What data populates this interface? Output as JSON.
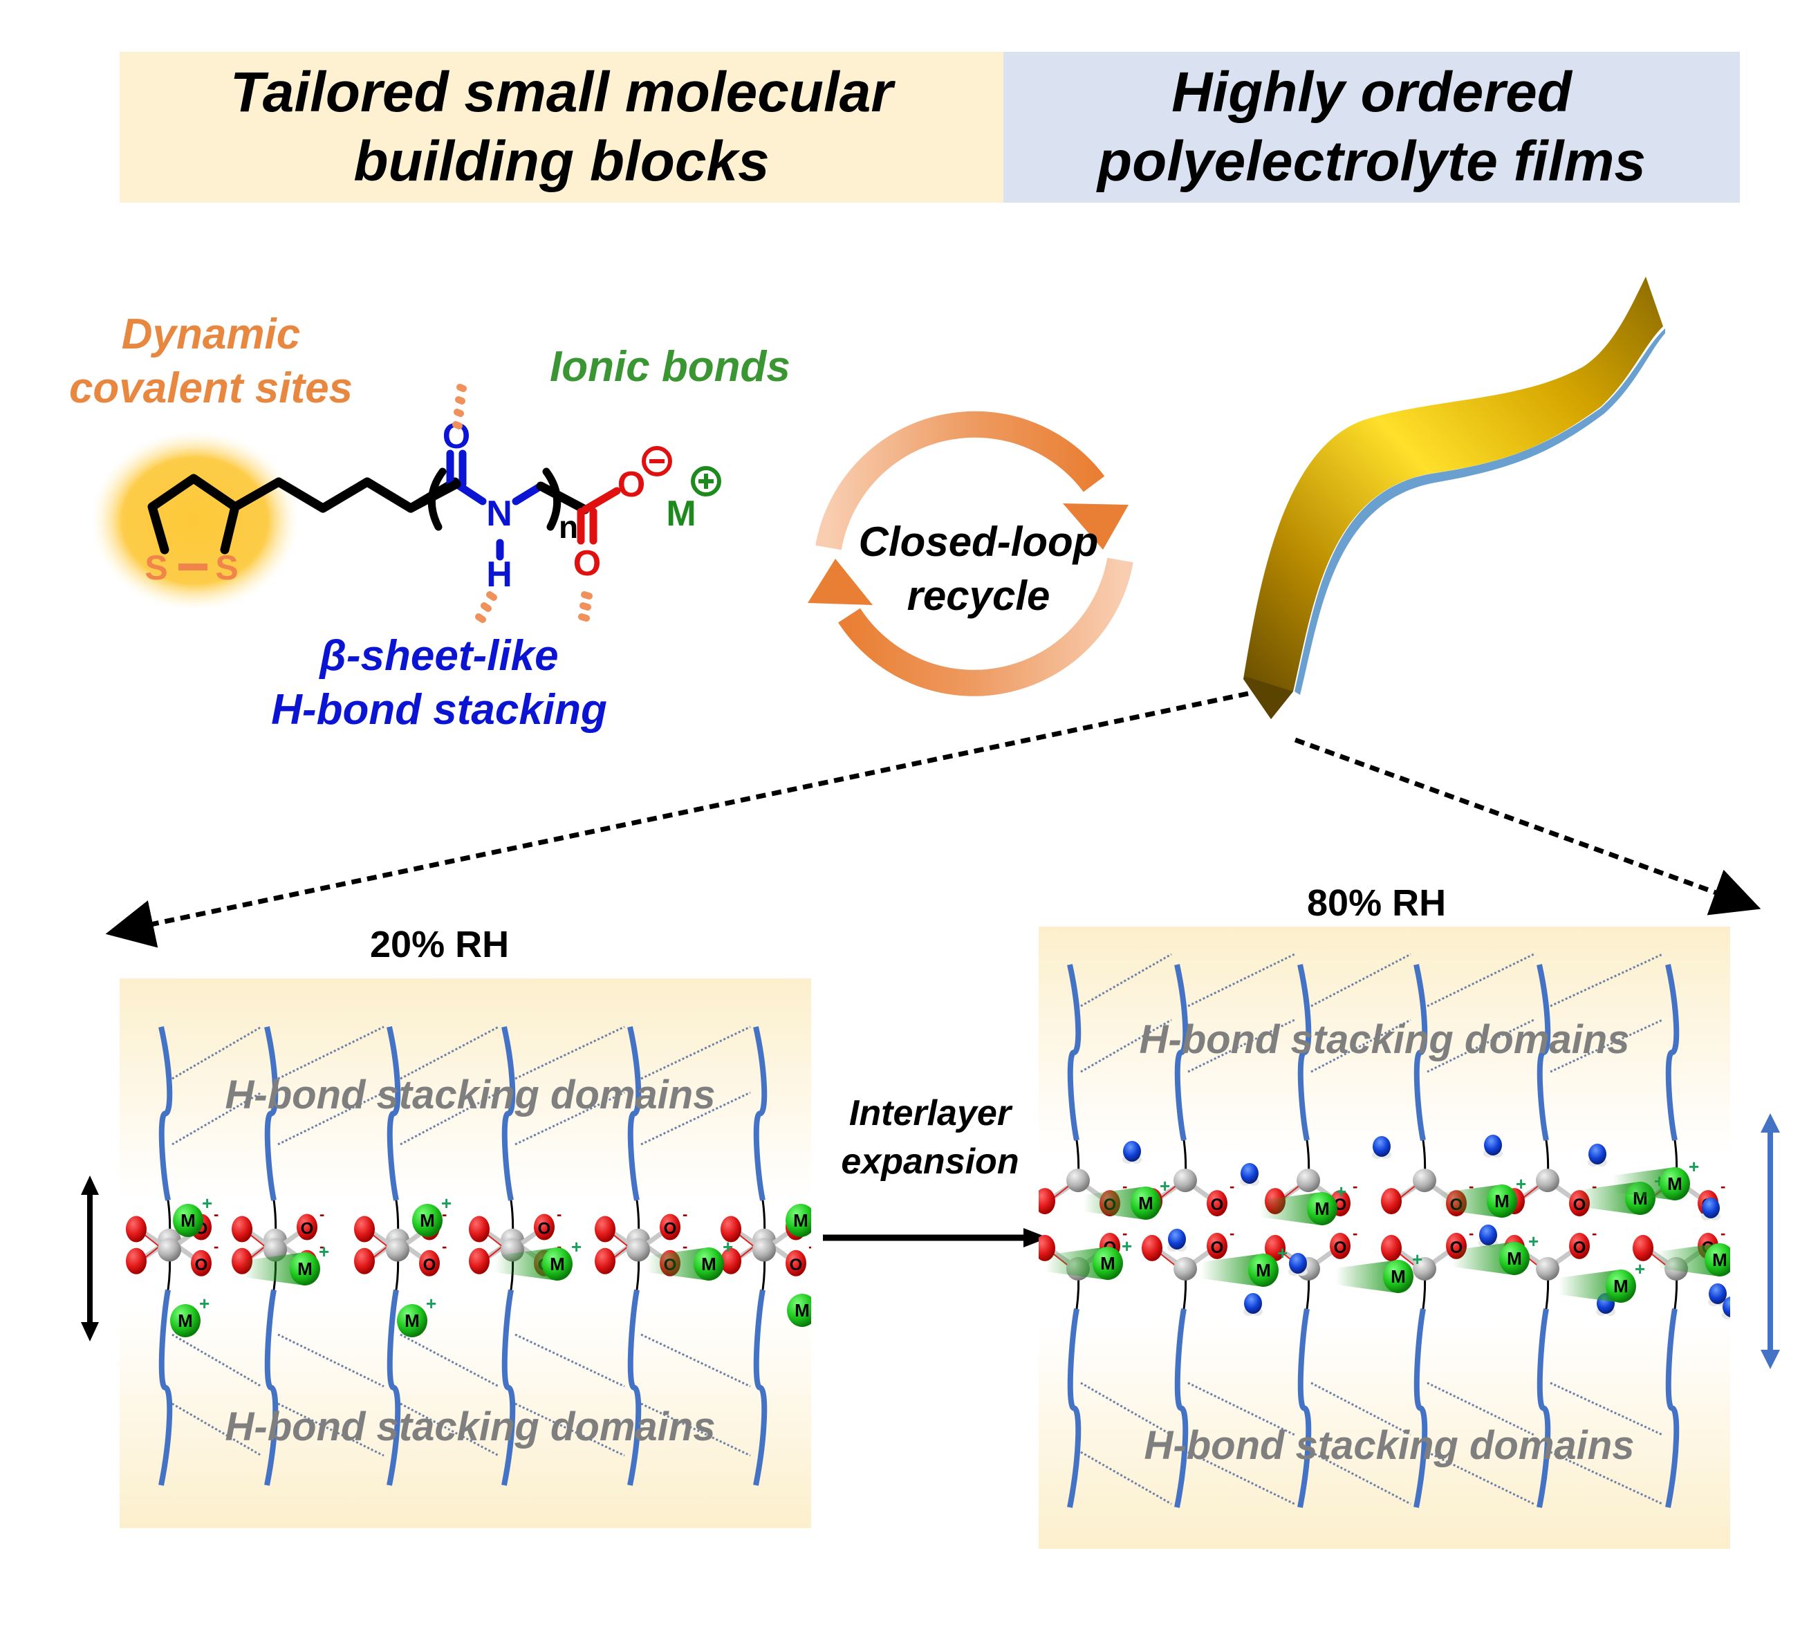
{
  "header": {
    "left_line1": "Tailored small molecular",
    "left_line2": "building blocks",
    "right_line1": "Highly ordered",
    "right_line2": "polyelectrolyte films",
    "left_color": "#fdf1d2",
    "right_color": "#dae2f2"
  },
  "molecule": {
    "dynamic_line1": "Dynamic",
    "dynamic_line2": "covalent sites",
    "ionic_label": "Ionic bonds",
    "hbond_line1": "β-sheet-like",
    "hbond_line2": "H-bond stacking",
    "atom_S": "S",
    "atom_O": "O",
    "atom_N": "N",
    "atom_H": "H",
    "atom_M": "M",
    "repeat_n": "n",
    "colors": {
      "dynamic": "#e8873f",
      "ionic": "#3a9632",
      "hbond": "#0a14d2",
      "carboxylate": "#e01010",
      "cation": "#1e8a1e"
    }
  },
  "cycle": {
    "line1": "Closed-loop",
    "line2": "recycle",
    "color": "#e97f34"
  },
  "film": {
    "description": "folded layered film"
  },
  "panel_low": {
    "title": "20% RH",
    "domain_top": "H-bond stacking domains",
    "domain_bottom": "H-bond stacking domains",
    "oxygen_label": "O",
    "charge_minus": "-",
    "cation_label": "M",
    "charge_plus": "+"
  },
  "transition": {
    "line1": "Interlayer",
    "line2": "expansion"
  },
  "panel_high": {
    "title": "80% RH",
    "domain_top": "H-bond stacking domains",
    "domain_bottom": "H-bond stacking domains",
    "oxygen_label": "O",
    "charge_minus": "-",
    "cation_label": "M",
    "charge_plus": "+"
  }
}
